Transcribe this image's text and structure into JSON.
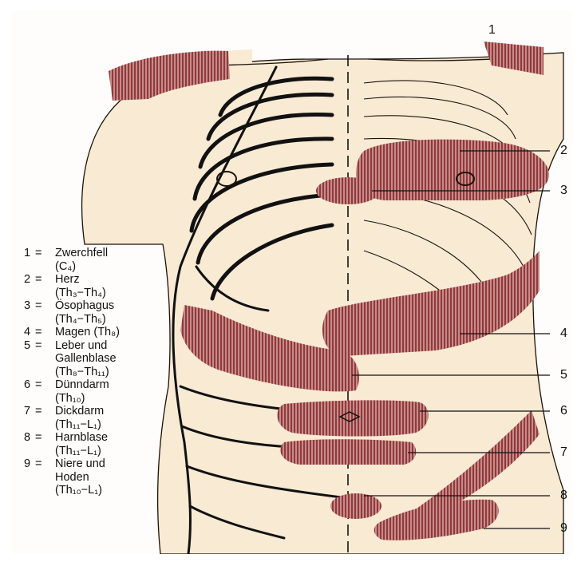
{
  "callout_numbers": [
    "1",
    "2",
    "3",
    "4",
    "5",
    "6",
    "7",
    "8",
    "9"
  ],
  "legend": [
    {
      "key": "1",
      "eq": "=",
      "text": "Zwerchfell\n(C₄)"
    },
    {
      "key": "2",
      "eq": "=",
      "text": "Herz\n(Th₃−Th₄)"
    },
    {
      "key": "3",
      "eq": "=",
      "text": "Ösophagus\n(Th₄−Th₅)"
    },
    {
      "key": "4",
      "eq": "=",
      "text": "Magen (Th₈)"
    },
    {
      "key": "5",
      "eq": "=",
      "text": "Leber und\nGallenblase\n(Th₈−Th₁₁)"
    },
    {
      "key": "6",
      "eq": "=",
      "text": "Dünndarm\n(Th₁₀)"
    },
    {
      "key": "7",
      "eq": "=",
      "text": "Dickdarm\n(Th₁₁−L₁)"
    },
    {
      "key": "8",
      "eq": "=",
      "text": "Harnblase\n(Th₁₁−L₁)"
    },
    {
      "key": "9",
      "eq": "=",
      "text": "Niere und\nHoden\n(Th₁₀−L₁)"
    }
  ],
  "colors": {
    "skin": "#f8ead3",
    "zone": "#a0464a",
    "stroke": "#1c1208",
    "rib": "#111111"
  }
}
